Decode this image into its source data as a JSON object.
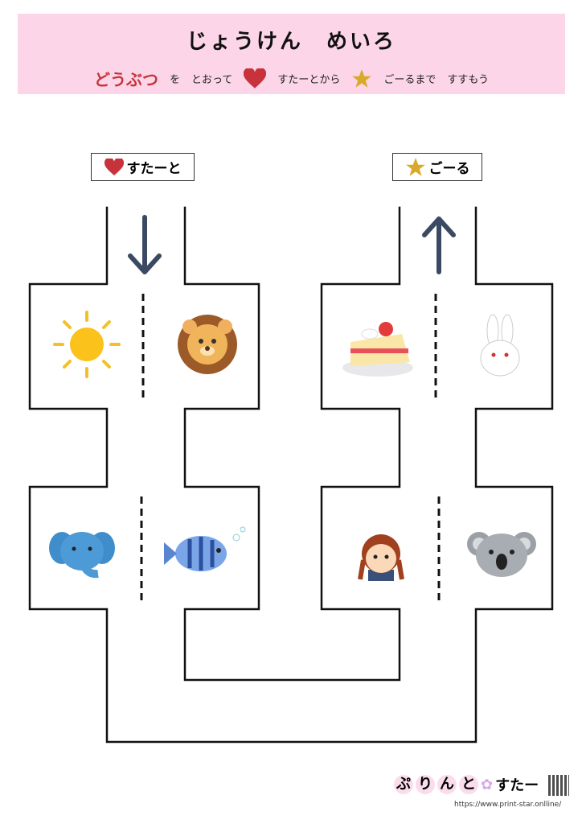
{
  "header": {
    "title": "じょうけん　めいろ",
    "instruction": {
      "keyword": "どうぶつ",
      "part1": "を",
      "part2": "とおって",
      "part3": "すたーとから",
      "part4": "ごーるまで",
      "part5": "すすもう"
    }
  },
  "labels": {
    "start": "すたーと",
    "goal": "ごーる"
  },
  "pictures": [
    "sun",
    "lion",
    "cake",
    "rabbit",
    "elephant",
    "fish",
    "girl",
    "koala"
  ],
  "footer": {
    "logo": [
      "ぷ",
      "り",
      "ん",
      "と",
      "すたー"
    ],
    "url": "https://www.print-star.onlline/"
  },
  "colors": {
    "banner": "#fcd6e8",
    "red": "#c8323a",
    "star": "#d9a92a",
    "arrow": "#3b4a63"
  }
}
